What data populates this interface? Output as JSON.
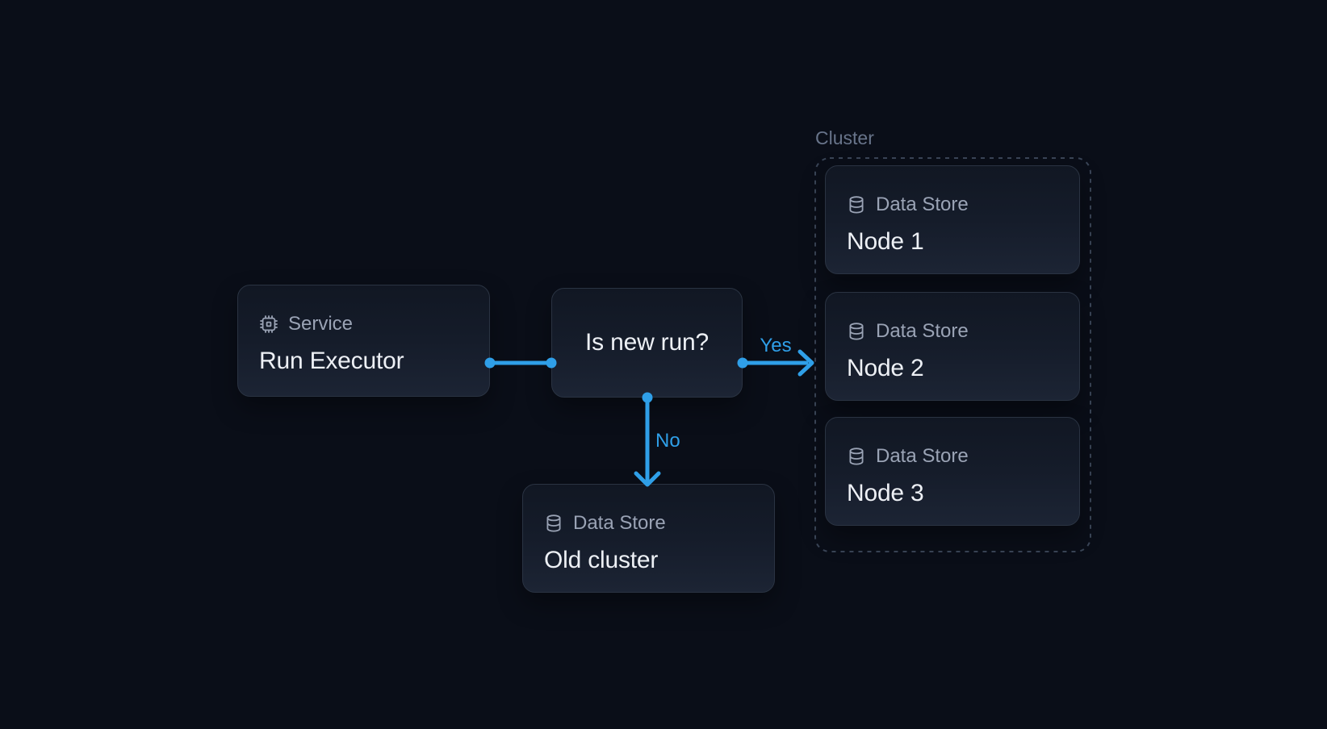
{
  "diagram": {
    "colors": {
      "background": "#0A0E18",
      "edge": "#2F9FE8",
      "node_title": "#EDF0F5",
      "node_label": "#9AA3B5",
      "cluster_label": "#68748A"
    },
    "service": {
      "icon": "chip-icon",
      "type_label": "Service",
      "title": "Run Executor"
    },
    "decision": {
      "title": "Is new run?"
    },
    "old_cluster": {
      "icon": "database-icon",
      "type_label": "Data Store",
      "title": "Old cluster"
    },
    "cluster": {
      "label": "Cluster",
      "nodes": [
        {
          "icon": "database-icon",
          "type_label": "Data Store",
          "title": "Node 1"
        },
        {
          "icon": "database-icon",
          "type_label": "Data Store",
          "title": "Node 2"
        },
        {
          "icon": "database-icon",
          "type_label": "Data Store",
          "title": "Node 3"
        }
      ]
    },
    "edges": [
      {
        "from": "Run Executor",
        "to": "Is new run?",
        "label": ""
      },
      {
        "from": "Is new run?",
        "to": "Cluster",
        "label": "Yes"
      },
      {
        "from": "Is new run?",
        "to": "Old cluster",
        "label": "No"
      }
    ]
  }
}
